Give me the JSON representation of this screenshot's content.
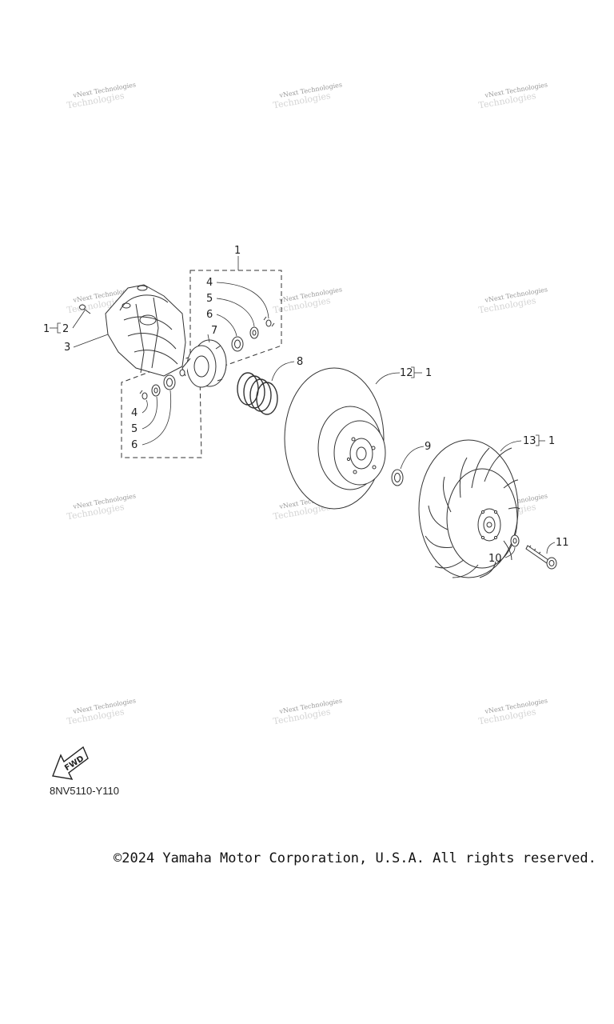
{
  "watermark": {
    "text": "vNext Technologies",
    "ghost": "Technologies"
  },
  "labels": {
    "l1_top": "1",
    "l1_left": "1",
    "l2": "2",
    "l3": "3",
    "l4_top": "4",
    "l5_top": "5",
    "l6_top": "6",
    "l4_bottom": "4",
    "l5_bottom": "5",
    "l6_bottom": "6",
    "l7": "7",
    "l8": "8",
    "l9": "9",
    "l10": "10",
    "l11": "11",
    "l12": "12",
    "l12_ref": "1",
    "l13": "13",
    "l13_ref": "1"
  },
  "fwd_label": "FWD",
  "diagram_code": "8NV5110-Y110",
  "copyright": "©2024 Yamaha Motor Corporation, U.S.A. All rights reserved."
}
